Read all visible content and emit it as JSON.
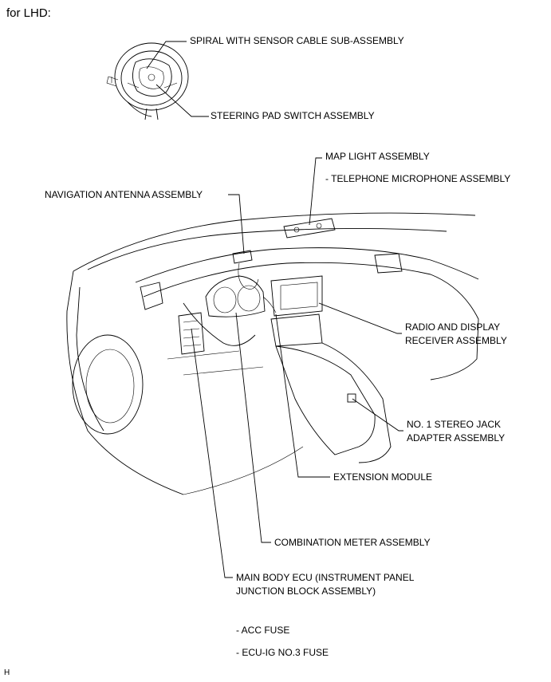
{
  "header": {
    "title": "for LHD:"
  },
  "labels": {
    "spiral": "SPIRAL WITH SENSOR CABLE SUB-ASSEMBLY",
    "steering_pad": "STEERING PAD SWITCH ASSEMBLY",
    "map_light": "MAP LIGHT ASSEMBLY",
    "telephone_mic": "- TELEPHONE MICROPHONE ASSEMBLY",
    "nav_antenna": "NAVIGATION ANTENNA ASSEMBLY",
    "radio_line1": "RADIO AND DISPLAY",
    "radio_line2": "RECEIVER ASSEMBLY",
    "stereo_line1": "NO. 1 STEREO JACK",
    "stereo_line2": "ADAPTER ASSEMBLY",
    "extension": "EXTENSION MODULE",
    "combination": "COMBINATION METER ASSEMBLY",
    "main_body_line1": "MAIN BODY ECU (INSTRUMENT PANEL",
    "main_body_line2": "JUNCTION BLOCK ASSEMBLY)",
    "acc_fuse": "- ACC FUSE",
    "ecu_fuse": "- ECU-IG NO.3 FUSE"
  },
  "footer": {
    "code": "H"
  }
}
